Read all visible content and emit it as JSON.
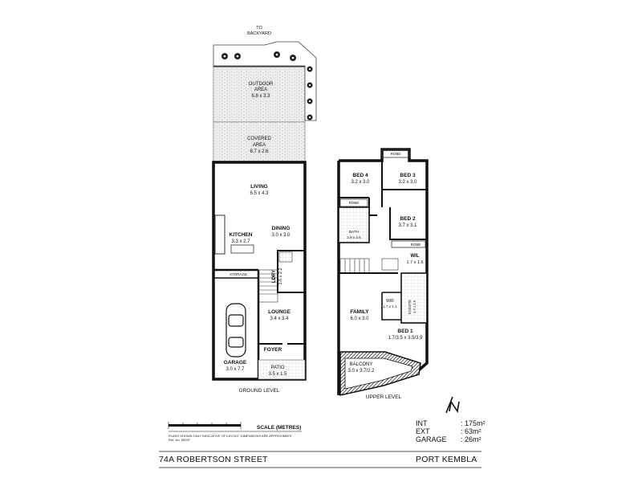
{
  "labels": {
    "to_backyard": [
      "TO",
      "BACKYARD"
    ],
    "outdoor_area": [
      "OUTDOOR",
      "AREA",
      "6.8 x 3.3"
    ],
    "covered_area": [
      "COVERED",
      "AREA",
      "6.7 x 2.6"
    ],
    "living": [
      "LIVING",
      "6.5 x 4.3"
    ],
    "kitchen": [
      "KITCHEN",
      "3.3 x 2.7"
    ],
    "dining": [
      "DINING",
      "3.0 x 3.0"
    ],
    "storage": "STORAGE",
    "ldry": [
      "LDRY",
      "1.6 x 2.2"
    ],
    "garage": [
      "GARAGE",
      "3.0 x 7.7"
    ],
    "lounge": [
      "LOUNGE",
      "3.4 x 3.4"
    ],
    "foyer": "FOYER",
    "patio": [
      "PATIO",
      "3.5 x 1.5"
    ],
    "ground_level": "GROUND LEVEL",
    "robe_top": "ROBE",
    "bed4": [
      "BED 4",
      "3.2 x 3.0"
    ],
    "bed3": [
      "BED 3",
      "3.2 x 3.0"
    ],
    "robe_left": "ROBE",
    "bed2": [
      "BED 2",
      "3.7 x 3.1"
    ],
    "bath": [
      "BATH",
      "2.8 x 2.6"
    ],
    "robe_mid": "ROBE",
    "wil": [
      "WIL",
      "1.7 x 1.6"
    ],
    "family": [
      "FAMILY",
      "6.0 x 3.0"
    ],
    "wir": [
      "WIR",
      "1.7 x 1.1"
    ],
    "ensuite": [
      "ENSUITE",
      "1.7 x 1.9"
    ],
    "bed1": [
      "BED 1",
      "1.7/3.5 x 3.5/3.9"
    ],
    "balcony": [
      "BALCONY",
      "3.0 x 3.7/2.2"
    ],
    "upper_level": "UPPER LEVEL"
  },
  "compass": "N",
  "scale_label": "SCALE (METRES)",
  "disclaimer": [
    "PLANS SHOWN ONLY INDICATIVE OF LAYOUT. DIMENSIONS ARE APPROXIMATE.",
    "Ref. No. 55297"
  ],
  "areas": {
    "int_label": "INT",
    "int_value": ": 175m²",
    "ext_label": "EXT",
    "ext_value": ": 63m²",
    "garage_label": "GARAGE",
    "garage_value": ": 26m²"
  },
  "address": {
    "street": "74A ROBERTSON STREET",
    "suburb": "PORT KEMBLA"
  }
}
